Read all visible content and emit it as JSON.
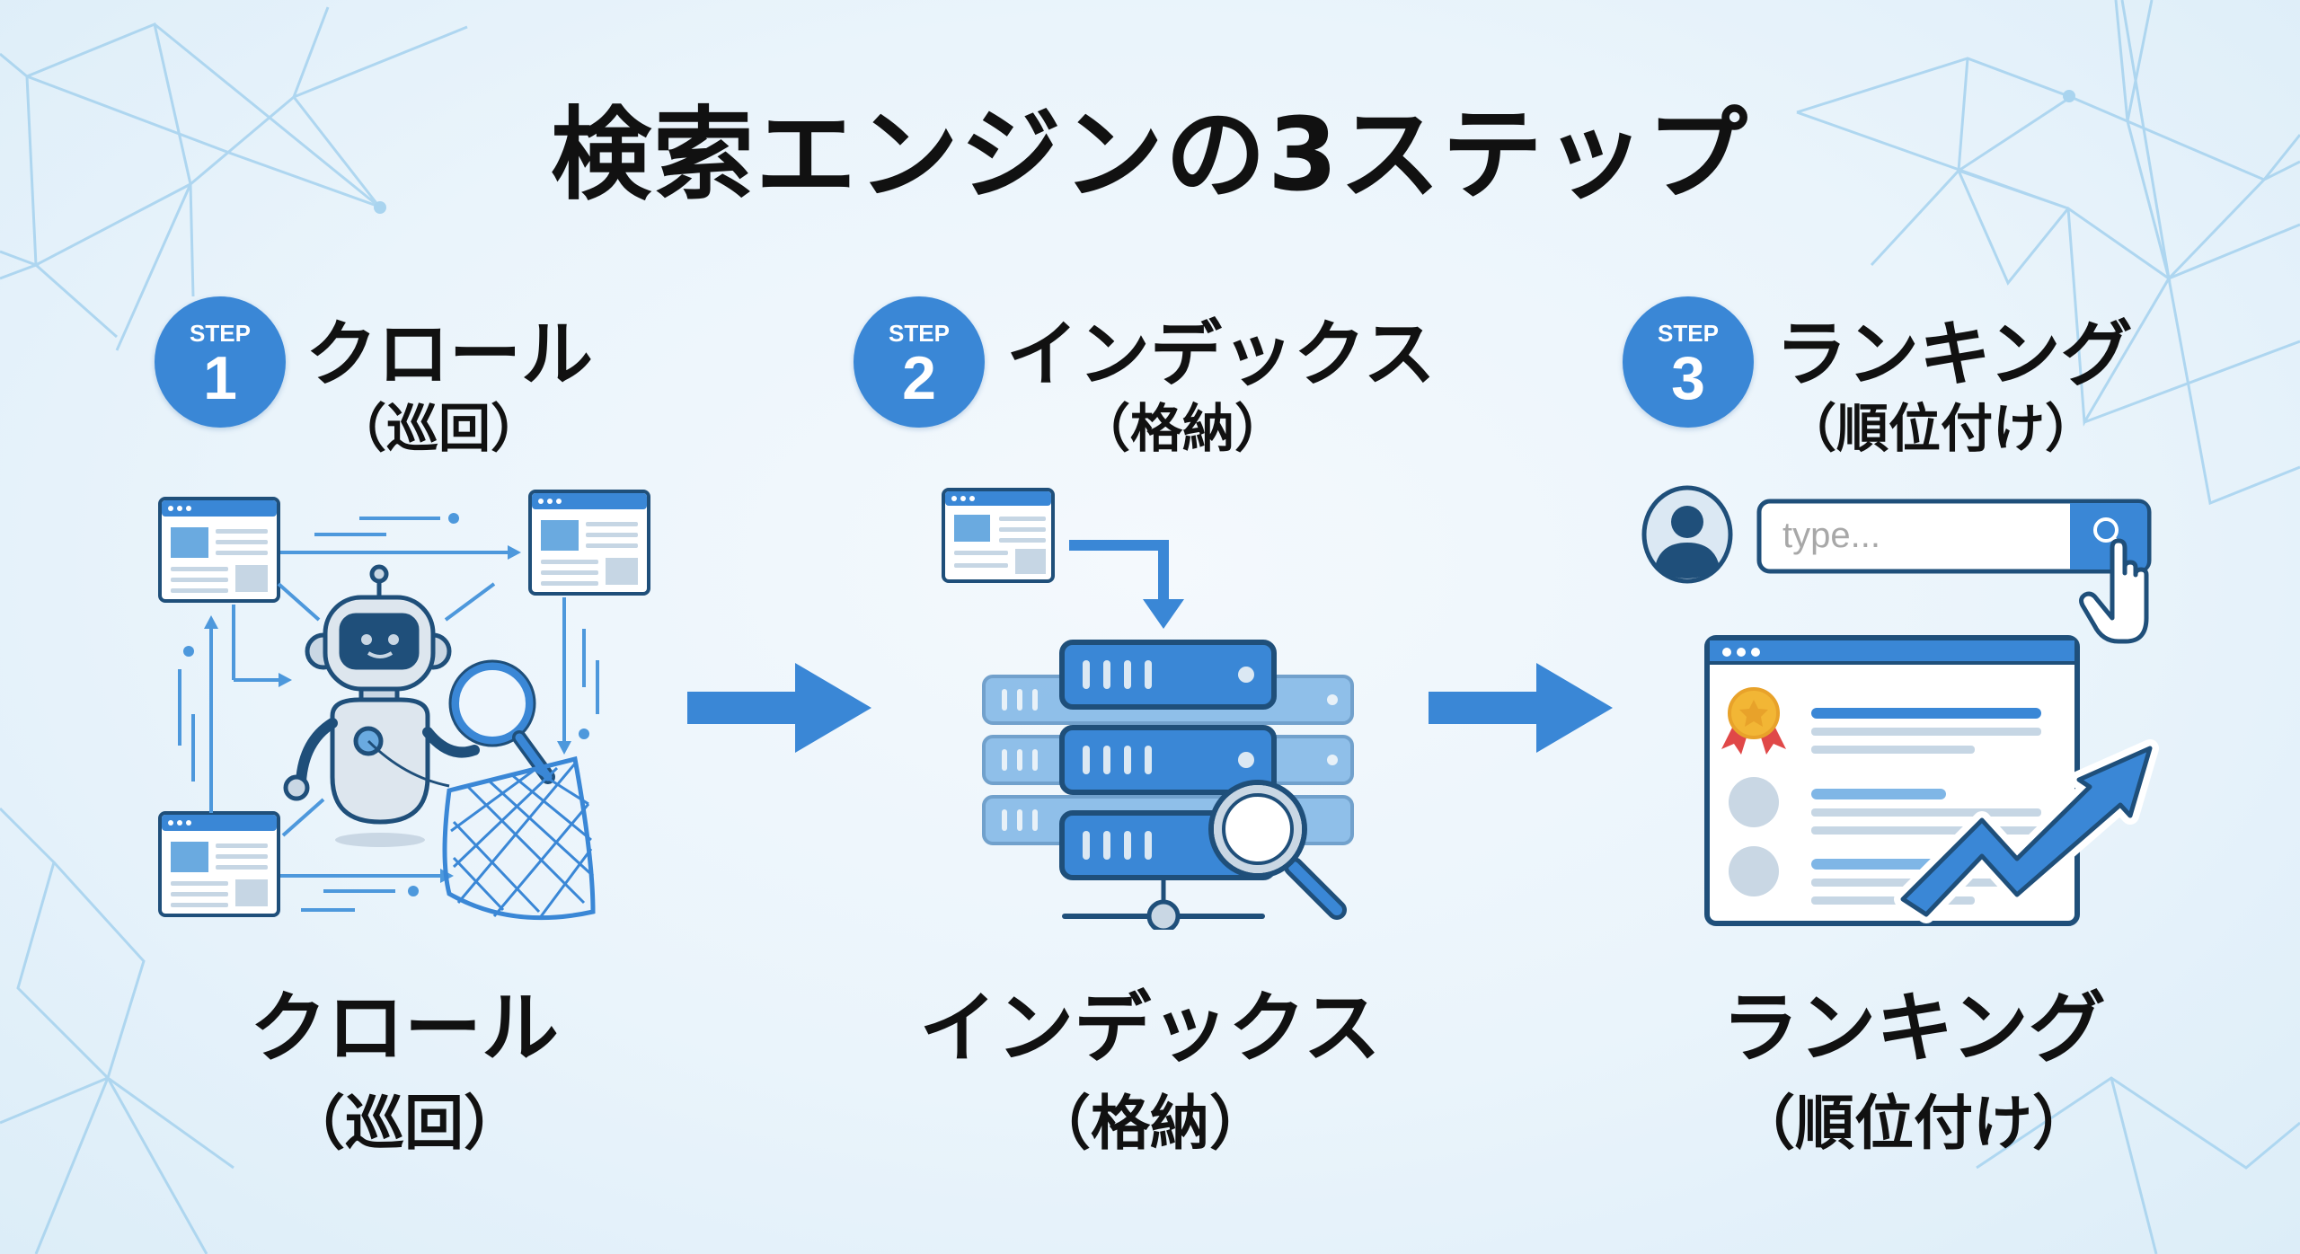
{
  "title": "検索エンジンの3ステップ",
  "colors": {
    "accent": "#3a87d6",
    "outline": "#1f4f7a",
    "light_blue": "#7fb6e6",
    "bg": "#eaf4fb",
    "network_lines": "#a9d4ef",
    "medal_gold": "#f2b635",
    "ribbon_red": "#e04848"
  },
  "steps": [
    {
      "badge_label": "STEP",
      "number": "1",
      "title": "クロール",
      "subtitle": "（巡回）",
      "caption_title": "クロール",
      "caption_subtitle": "（巡回）",
      "illustration": "robot-crawler-with-magnifier-and-net"
    },
    {
      "badge_label": "STEP",
      "number": "2",
      "title": "インデックス",
      "subtitle": "（格納）",
      "caption_title": "インデックス",
      "caption_subtitle": "（格納）",
      "illustration": "webpage-into-server-stack-with-magnifier"
    },
    {
      "badge_label": "STEP",
      "number": "3",
      "title": "ランキング",
      "subtitle": "（順位付け）",
      "caption_title": "ランキング",
      "caption_subtitle": "（順位付け）",
      "illustration": "search-box-and-ranked-results",
      "search_placeholder": "type..."
    }
  ],
  "connectors": [
    "arrow-right",
    "arrow-right"
  ]
}
